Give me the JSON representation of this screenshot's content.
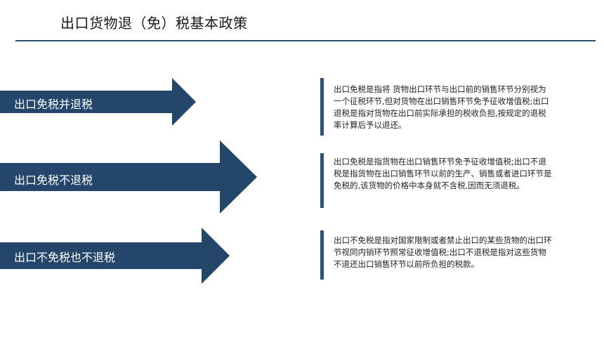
{
  "page": {
    "title": "出口货物退（免）税基本政策"
  },
  "policies": [
    {
      "label": "出口免税并退税",
      "description": "出口免税是指将 货物出口环节与出口前的销售环节分别视为一个征税环节,但对货物在出口销售环节免予征收增值税;出口退税是指对货物在出口前实际承担的税收负担,按规定的退税率计算后予以退还。"
    },
    {
      "label": "出口免税不退税",
      "description": "出口免税是指货物在出口销售环节免予征收增值税;出口不退税是指货物在出口销售环节以前的生产、销售或者进口环节是免税的,该货物的价格中本身就不含税,因而无须退税。"
    },
    {
      "label": "出口不免税也不退税",
      "description": "出口不免税是指对国家限制或者禁止出口的某些货物的出口环节视同内销环节照常征收增值税;出口不退税是指对这些货物不退还出口销售环节以前所负担的税款。"
    }
  ],
  "colors": {
    "arrow_fill": "#23466a",
    "accent_bar": "#2a5478",
    "rule": "#2c4f73"
  }
}
